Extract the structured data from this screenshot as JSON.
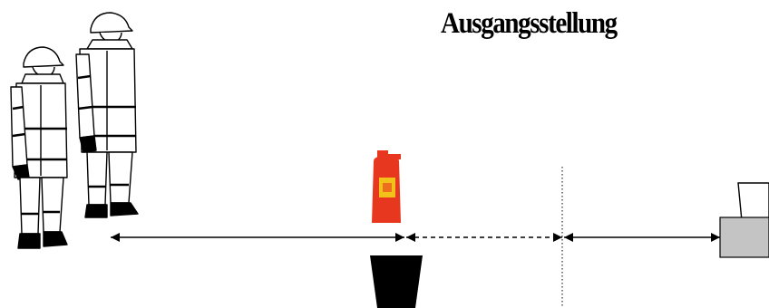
{
  "title": "Ausgangsstellung",
  "colors": {
    "extinguisher": "#e8371f",
    "extinguisher_label": "#f2c21a",
    "bucket": "#000000",
    "equipment_box": "#c4c4c4",
    "line": "#000000"
  },
  "icons": [
    "firefighter-figure",
    "fire-extinguisher",
    "bucket",
    "fire-source-equipment"
  ]
}
